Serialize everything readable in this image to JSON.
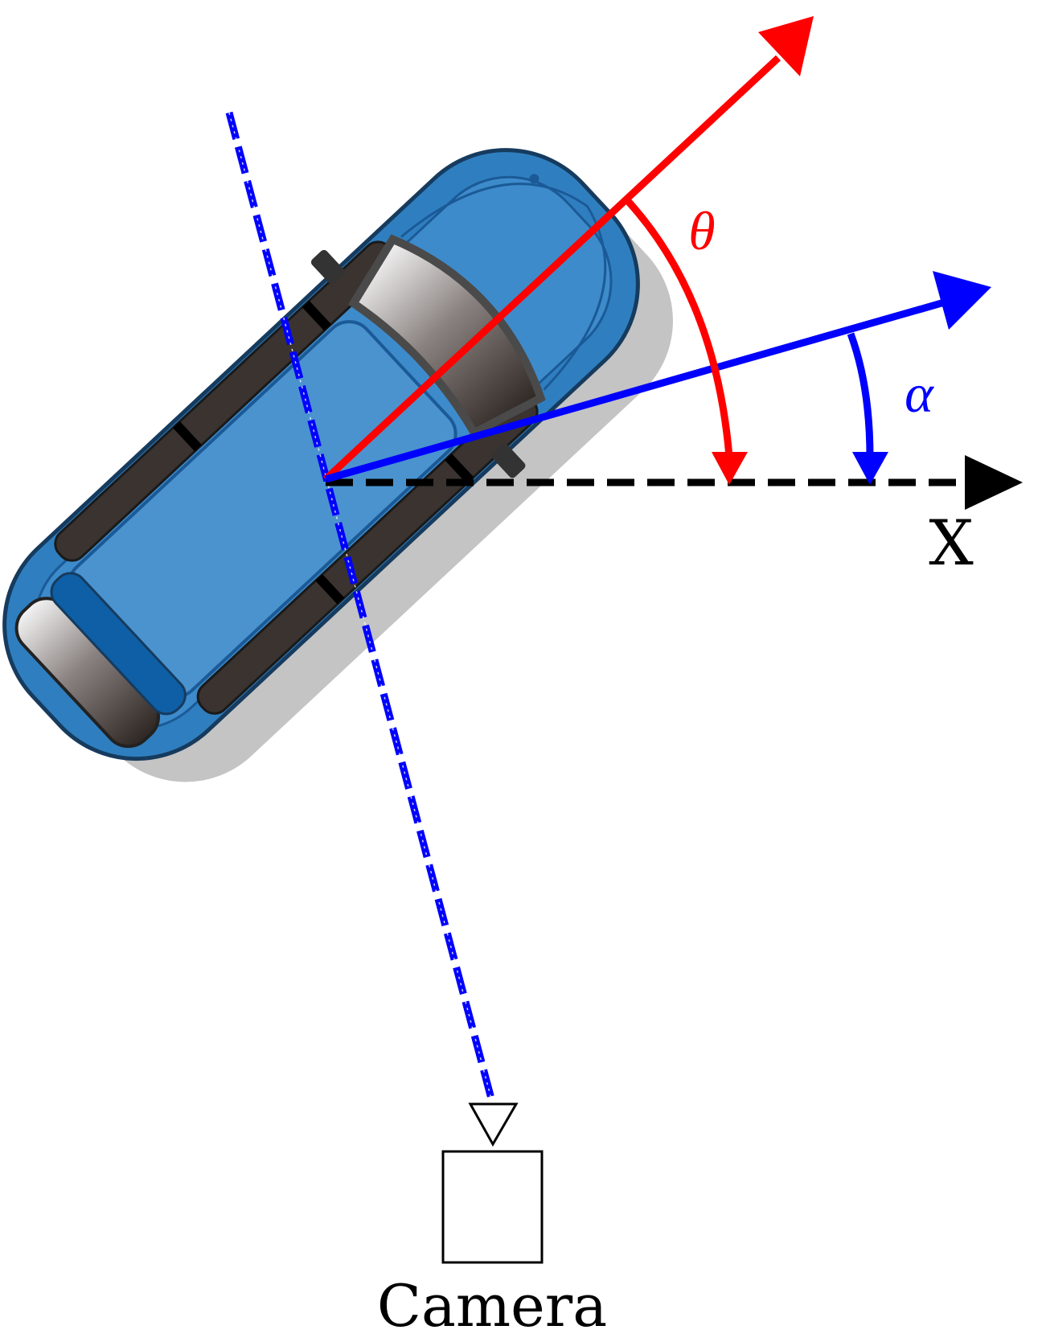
{
  "labels": {
    "theta": "θ",
    "alpha": "α",
    "x_axis": "X",
    "camera": "Camera"
  },
  "colors": {
    "theta": "#ff0000",
    "alpha": "#0000ff",
    "axis": "#000000",
    "car_body": "#2f7fc0",
    "car_dark": "#1b5a97",
    "window": "#3a3330"
  }
}
